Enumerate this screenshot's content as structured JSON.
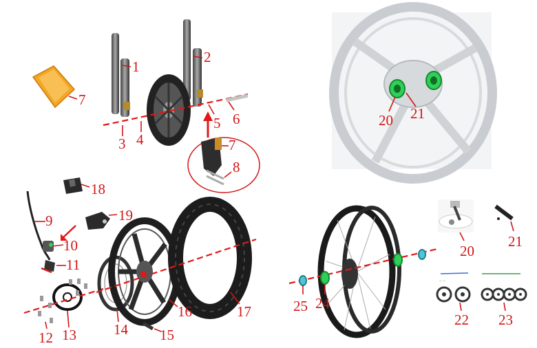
{
  "parts": [
    {
      "id": "1",
      "label": "1"
    },
    {
      "id": "2",
      "label": "2"
    },
    {
      "id": "3",
      "label": "3"
    },
    {
      "id": "4",
      "label": "4"
    },
    {
      "id": "5",
      "label": "5"
    },
    {
      "id": "6",
      "label": "6"
    },
    {
      "id": "7a",
      "label": "7"
    },
    {
      "id": "7b",
      "label": "7"
    },
    {
      "id": "8",
      "label": "8"
    },
    {
      "id": "9",
      "label": "9"
    },
    {
      "id": "10",
      "label": "10"
    },
    {
      "id": "11",
      "label": "11"
    },
    {
      "id": "12",
      "label": "12"
    },
    {
      "id": "13",
      "label": "13"
    },
    {
      "id": "14",
      "label": "14"
    },
    {
      "id": "15",
      "label": "15"
    },
    {
      "id": "16",
      "label": "16"
    },
    {
      "id": "17",
      "label": "17"
    },
    {
      "id": "18",
      "label": "18"
    },
    {
      "id": "19",
      "label": "19"
    },
    {
      "id": "20a",
      "label": "20"
    },
    {
      "id": "21a",
      "label": "21"
    },
    {
      "id": "20b",
      "label": "20"
    },
    {
      "id": "21b",
      "label": "21"
    },
    {
      "id": "22",
      "label": "22"
    },
    {
      "id": "23",
      "label": "23"
    },
    {
      "id": "24",
      "label": "24"
    },
    {
      "id": "25",
      "label": "25"
    }
  ],
  "colors": {
    "label": "#d21515",
    "reflector": "#f0a020",
    "bushing": "#22b03a",
    "seal": "#4fc6d6",
    "metal": "#3a3a3a"
  }
}
